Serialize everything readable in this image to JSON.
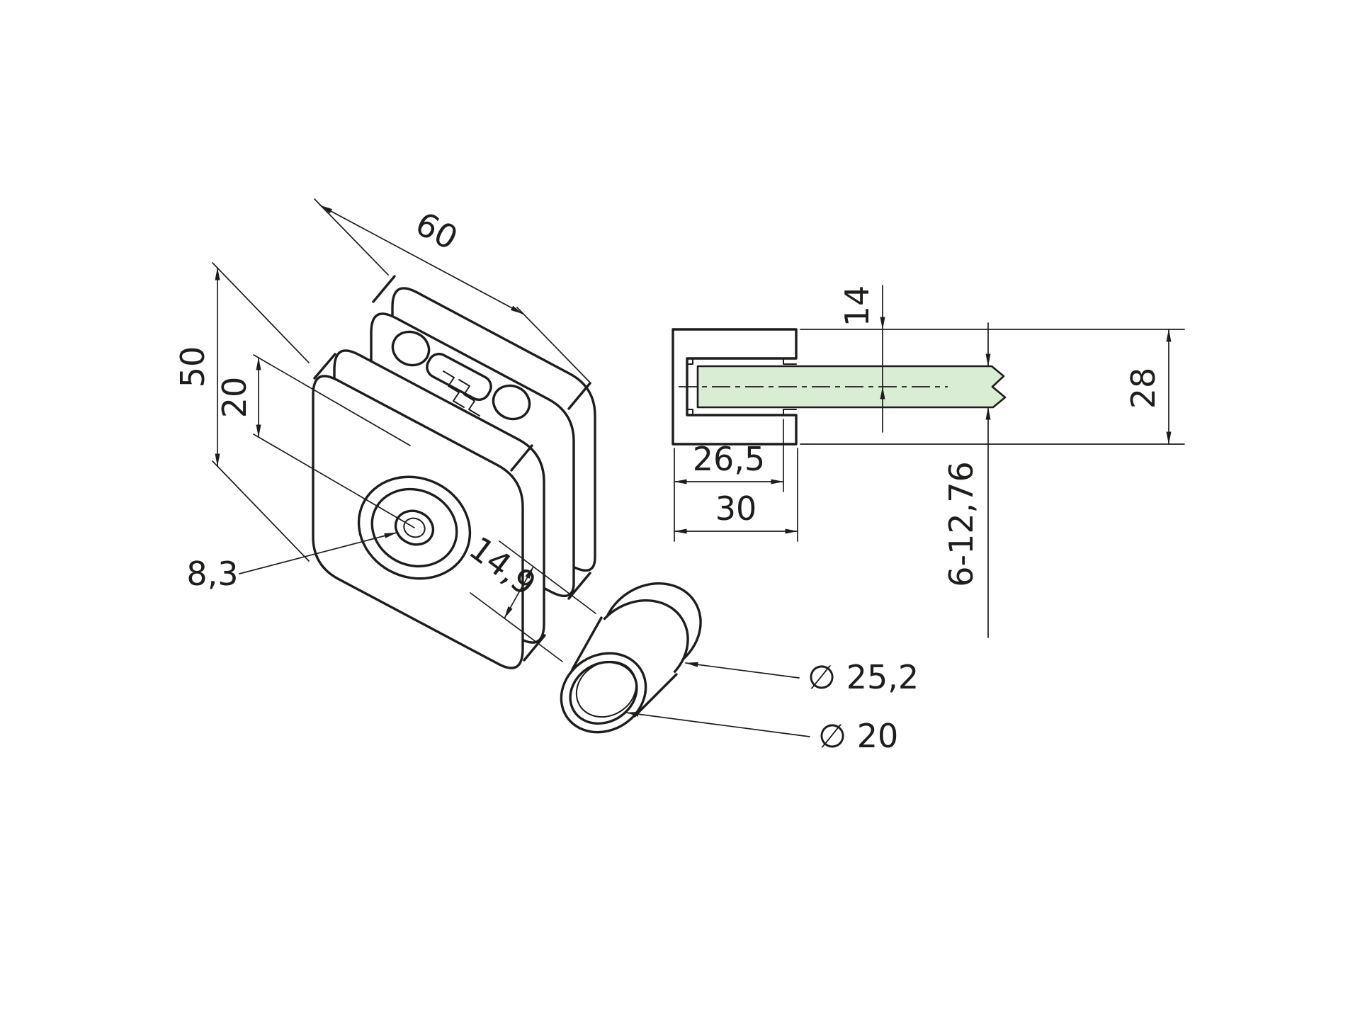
{
  "drawing": {
    "type": "technical-cad-drawing",
    "colors": {
      "line": "#1d1d1b",
      "glass": "#d9ecd4",
      "background": "#ffffff"
    },
    "dims": {
      "iso": {
        "width": "60",
        "height": "50",
        "hole_offset": "20",
        "hole_diameter": "8,3"
      },
      "side": {
        "slot_depth": "26,5",
        "body_depth": "30",
        "top_to_center": "14",
        "thickness": "28",
        "glass_range": "6-12,76"
      },
      "bushing": {
        "length": "14,9",
        "outer_diameter": "∅ 25,2",
        "bore_diameter": "∅ 20"
      }
    }
  }
}
